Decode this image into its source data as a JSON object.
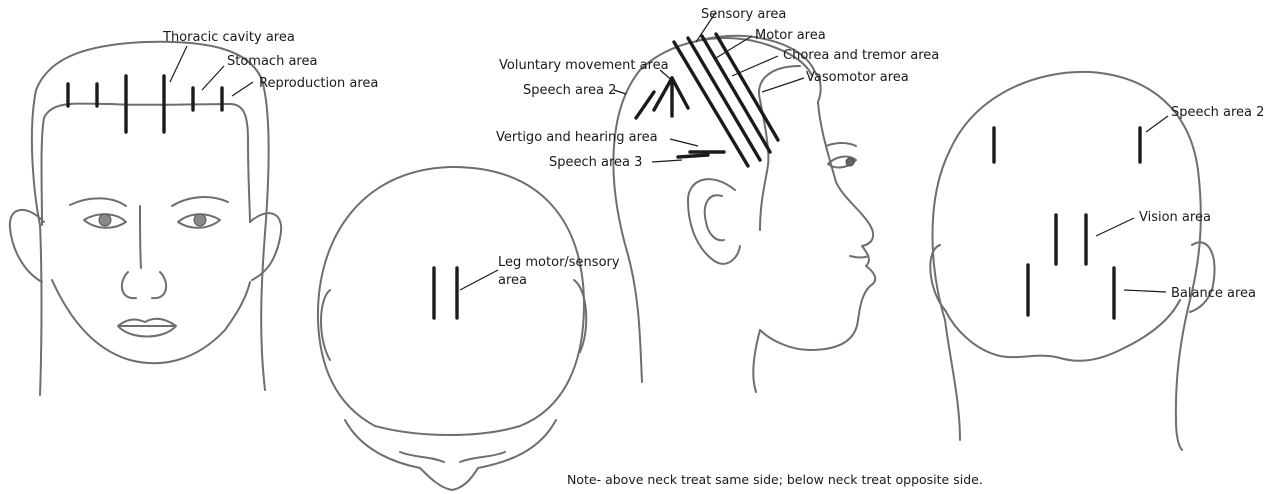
{
  "labels": {
    "thoracic": "Thoracic cavity area",
    "stomach": "Stomach area",
    "reproduction": "Reproduction area",
    "leg_1": "Leg motor/sensory",
    "leg_2": "area",
    "sensory": "Sensory area",
    "motor": "Motor area",
    "chorea": "Chorea and tremor area",
    "vasomotor": "Vasomotor area",
    "voluntary": "Voluntary movement area",
    "speech2_side": "Speech area 2",
    "vertigo": "Vertigo and hearing area",
    "speech3": "Speech area 3",
    "speech2_back": "Speech area 2",
    "vision": "Vision area",
    "balance": "Balance area"
  },
  "note": "Note- above neck treat same side; below neck treat opposite side.",
  "colors": {
    "outline": "#6e6e6e",
    "marks": "#1b1b1b",
    "text": "#1a1a1a"
  }
}
